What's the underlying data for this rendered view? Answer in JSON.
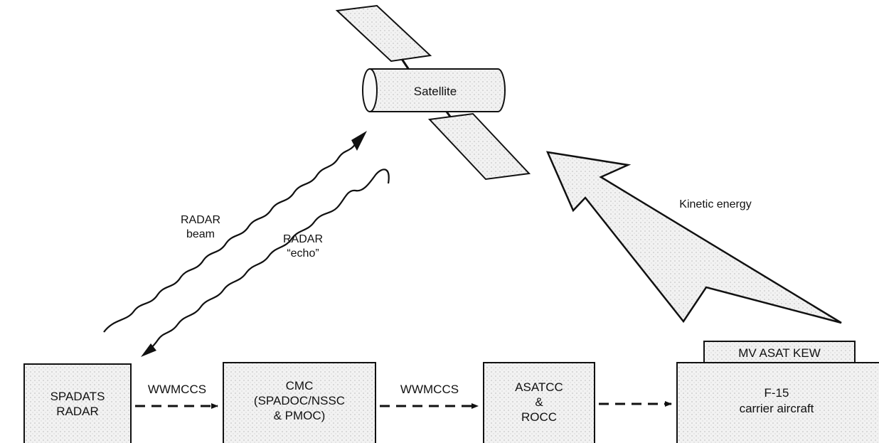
{
  "satellite": {
    "label": "Satellite"
  },
  "radar": {
    "beam_line1": "RADAR",
    "beam_line2": "beam",
    "echo_line1": "RADAR",
    "echo_line2": "“echo”"
  },
  "kinetic": {
    "label": "Kinetic energy"
  },
  "boxes": {
    "spadats": {
      "line1": "SPADATS",
      "line2": "RADAR"
    },
    "cmc": {
      "line1": "CMC",
      "line2": "(SPADOC/NSSC",
      "line3": "& PMOC)"
    },
    "asatcc": {
      "line1": "ASATCC",
      "line2": "&",
      "line3": "ROCC"
    },
    "f15": {
      "line1": "F-15",
      "line2": "carrier aircraft"
    },
    "mv_asat": {
      "label": "MV ASAT KEW"
    }
  },
  "links": {
    "link1": {
      "label": "WWMCCS"
    },
    "link2": {
      "label": "WWMCCS"
    }
  },
  "colors": {
    "line": "#111111",
    "box_fill": "#eeeeee",
    "arrow_fill": "#f0f0f0"
  }
}
